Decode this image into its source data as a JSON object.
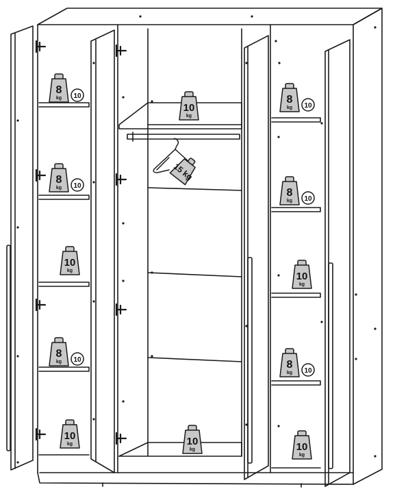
{
  "colors": {
    "line": "#1a1a1a",
    "weight_fill": "#c8c8c8",
    "badge_fill": "#ffffff"
  },
  "weight_unit": "kg",
  "hanger_weight": {
    "label": "15 kg",
    "value": 15,
    "unit": "kg"
  },
  "load_labels": {
    "left_outer": [
      {
        "value": 8,
        "badge": "10"
      },
      {
        "value": 8,
        "badge": "10"
      },
      {
        "value": 10,
        "badge": ""
      },
      {
        "value": 8,
        "badge": "10"
      },
      {
        "value": 10,
        "badge": ""
      }
    ],
    "center": [
      {
        "value": 10,
        "badge": ""
      },
      {
        "value": 10,
        "badge": ""
      }
    ],
    "right_outer": [
      {
        "value": 8,
        "badge": "10"
      },
      {
        "value": 8,
        "badge": "10"
      },
      {
        "value": 10,
        "badge": ""
      },
      {
        "value": 8,
        "badge": "10"
      },
      {
        "value": 10,
        "badge": ""
      }
    ]
  }
}
